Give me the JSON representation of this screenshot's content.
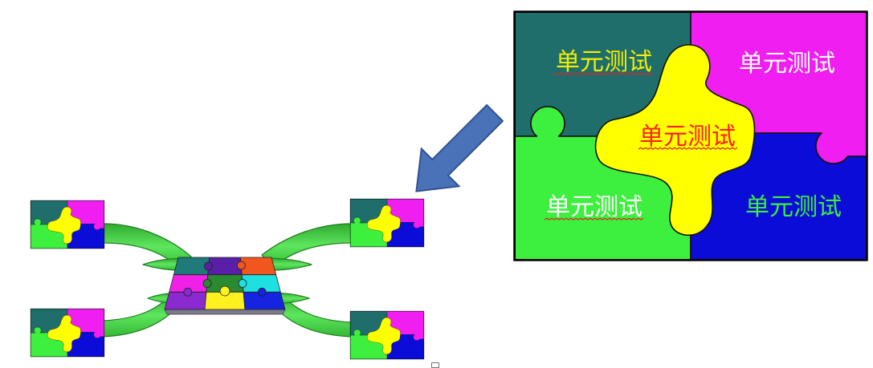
{
  "diagram": {
    "panel": {
      "top_left": {
        "text": "单元测试",
        "color": "#f2ee00"
      },
      "top_right": {
        "text": "单元测试",
        "color": "#ffffff"
      },
      "center": {
        "text": "单元测试",
        "color": "#ff1f1f"
      },
      "bottom_left": {
        "text": "单元测试",
        "color": "#ffffff"
      },
      "bottom_right": {
        "text": "单元测试",
        "color": "#3cf03c"
      },
      "piece_colors": {
        "top_left": "#1f6e6c",
        "top_right": "#f01ef0",
        "bottom_left": "#3ef03e",
        "bottom_right": "#0c0cd8",
        "center": "#ffff00"
      }
    },
    "arrow": {
      "color": "#4a72b8"
    },
    "connector_color": "#5ee65e",
    "assembled_puzzle": {
      "piece_colors": [
        "#1f7a7a",
        "#5a1fa8",
        "#f0561e",
        "#f020e8",
        "#2a8a32",
        "#1ee0e0",
        "#8a2ad0",
        "#fff020",
        "#1424e0"
      ]
    }
  }
}
